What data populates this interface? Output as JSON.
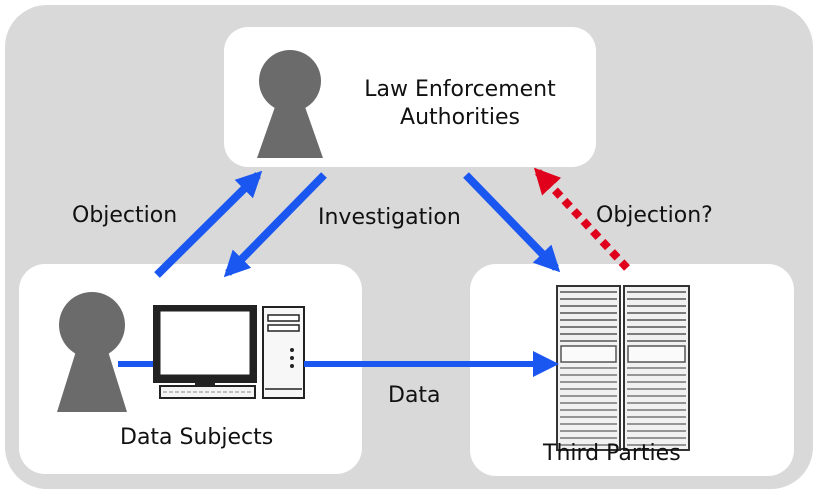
{
  "nodes": {
    "authorities": {
      "line1": "Law Enforcement",
      "line2": "Authorities"
    },
    "data_subjects": {
      "label": "Data Subjects"
    },
    "third_parties": {
      "label": "Third Parties"
    }
  },
  "edges": {
    "objection": "Objection",
    "investigation": "Investigation",
    "objection_question": "Objection?",
    "data": "Data"
  },
  "colors": {
    "background_panel": "#d9d9d9",
    "box": "#ffffff",
    "person": "#6b6b6b",
    "arrow_blue": "#1a56f0",
    "arrow_red": "#e0001b"
  },
  "icons": [
    "person-icon",
    "computer-icon",
    "server-rack-icon"
  ]
}
